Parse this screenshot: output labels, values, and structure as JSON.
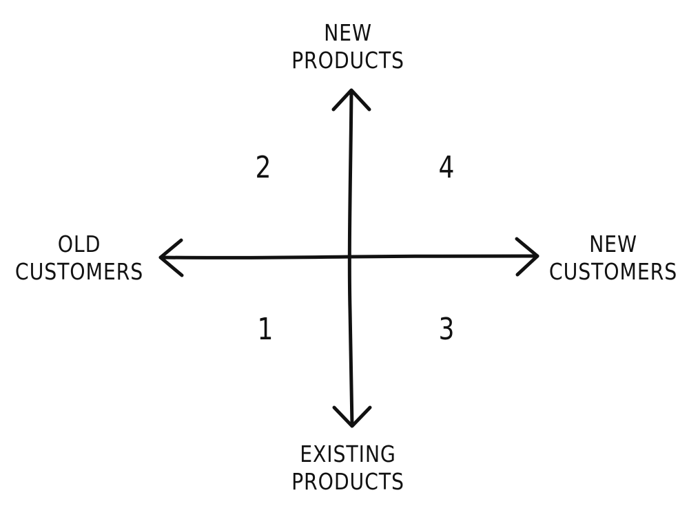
{
  "axes": {
    "top": {
      "line1": "NEW",
      "line2": "PRODUCTS"
    },
    "bottom": {
      "line1": "EXISTING",
      "line2": "PRODUCTS"
    },
    "left": {
      "line1": "OLD",
      "line2": "CUSTOMERS"
    },
    "right": {
      "line1": "NEW",
      "line2": "CUSTOMERS"
    }
  },
  "quadrants": {
    "top_left": "2",
    "top_right": "4",
    "bottom_left": "1",
    "bottom_right": "3"
  },
  "colors": {
    "ink": "#111111",
    "background": "#ffffff"
  }
}
